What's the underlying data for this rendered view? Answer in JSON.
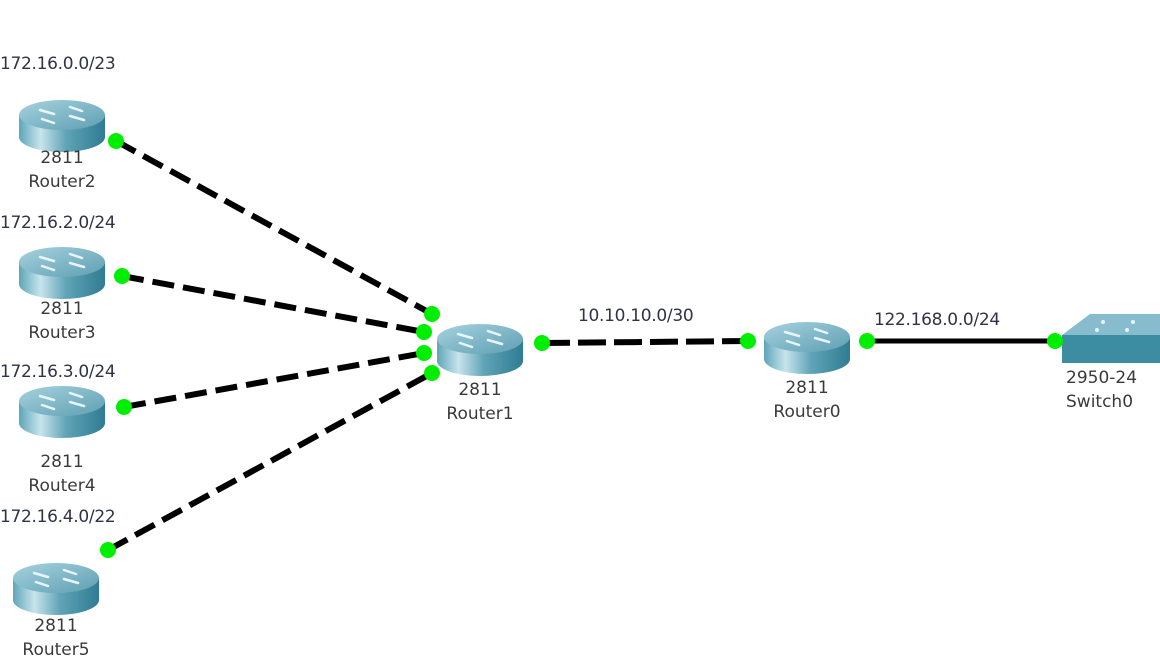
{
  "colors": {
    "port_up": "#00ee00",
    "link": "#000000",
    "router_top": "#8ec3d3",
    "router_body": "#3d8ea3",
    "switch_top": "#7fb8cb",
    "switch_body": "#3a8aa0"
  },
  "devices": [
    {
      "id": "router2",
      "model": "2811",
      "name": "Router2",
      "type": "router",
      "network": "172.16.0.0/23"
    },
    {
      "id": "router3",
      "model": "2811",
      "name": "Router3",
      "type": "router",
      "network": "172.16.2.0/24"
    },
    {
      "id": "router4",
      "model": "2811",
      "name": "Router4",
      "type": "router",
      "network": "172.16.3.0/24"
    },
    {
      "id": "router5",
      "model": "2811",
      "name": "Router5",
      "type": "router",
      "network": "172.16.4.0/22"
    },
    {
      "id": "router1",
      "model": "2811",
      "name": "Router1",
      "type": "router"
    },
    {
      "id": "router0",
      "model": "2811",
      "name": "Router0",
      "type": "router"
    },
    {
      "id": "switch0",
      "model": "2950-24",
      "name": "Switch0",
      "type": "switch"
    }
  ],
  "links": [
    {
      "from": "router2",
      "to": "router1",
      "style": "dashed",
      "status": "up"
    },
    {
      "from": "router3",
      "to": "router1",
      "style": "dashed",
      "status": "up"
    },
    {
      "from": "router4",
      "to": "router1",
      "style": "dashed",
      "status": "up"
    },
    {
      "from": "router5",
      "to": "router1",
      "style": "dashed",
      "status": "up"
    },
    {
      "from": "router1",
      "to": "router0",
      "style": "dashed",
      "status": "up",
      "network": "10.10.10.0/30"
    },
    {
      "from": "router0",
      "to": "switch0",
      "style": "solid",
      "status": "up",
      "network": "122.168.0.0/24"
    }
  ]
}
